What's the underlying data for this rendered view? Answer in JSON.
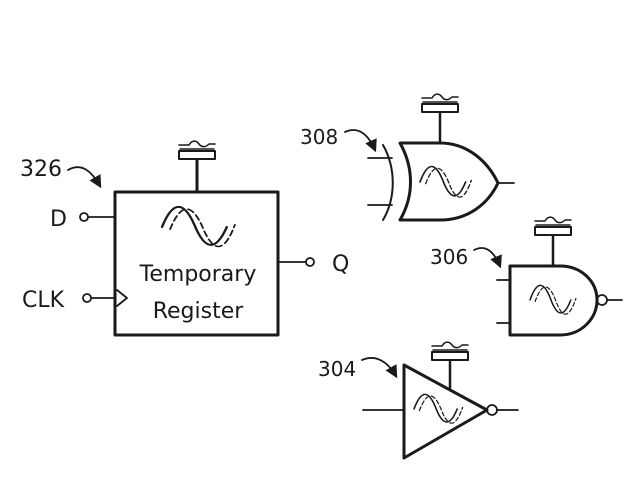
{
  "register": {
    "ref": "326",
    "title_line1": "Temporary",
    "title_line2": "Register",
    "input_d": "D",
    "input_clk": "CLK",
    "output_q": "Q"
  },
  "xor_gate": {
    "ref": "308"
  },
  "nand_gate": {
    "ref": "306"
  },
  "inverter": {
    "ref": "304"
  },
  "colors": {
    "ink": "#1a1a1a",
    "background": "#ffffff"
  }
}
